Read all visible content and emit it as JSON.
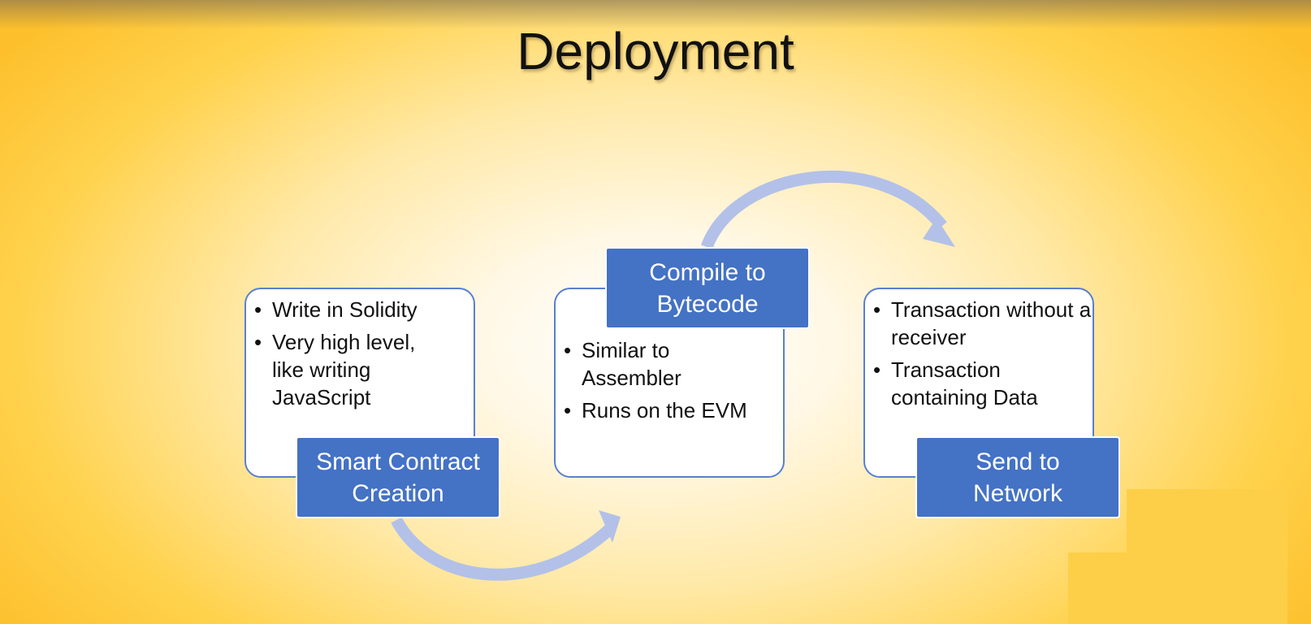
{
  "slide": {
    "title": "Deployment"
  },
  "steps": [
    {
      "label": "Smart Contract Creation",
      "bullets": [
        "Write in Solidity",
        "Very high level, like writing JavaScript"
      ]
    },
    {
      "label": "Compile to Bytecode",
      "bullets": [
        "Similar to Assembler",
        "Runs on the EVM"
      ]
    },
    {
      "label": "Send to Network",
      "bullets": [
        "Transaction without a receiver",
        "Transaction containing Data"
      ]
    }
  ],
  "colors": {
    "label_fill": "#4472c4",
    "card_border": "#5a7fcf",
    "arrow": "#b3c1e8",
    "background_edge": "#fdc02c"
  }
}
